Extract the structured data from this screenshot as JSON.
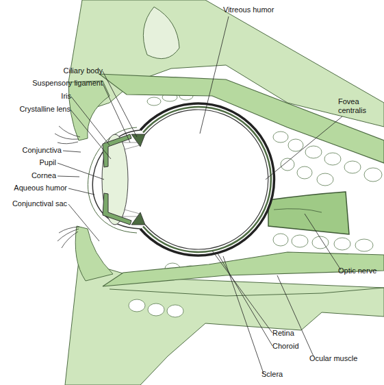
{
  "diagram": {
    "labels": [
      "Vitreous humor",
      "Fovea centralis",
      "Ciliary body",
      "Suspensory ligament",
      "Iris",
      "Crystalline lens",
      "Conjunctiva",
      "Pupil",
      "Cornea",
      "Aqueous humor",
      "Conjunctival sac",
      "Optic nerve",
      "Retina",
      "Choroid",
      "Sclera",
      "Ocular muscle"
    ]
  }
}
